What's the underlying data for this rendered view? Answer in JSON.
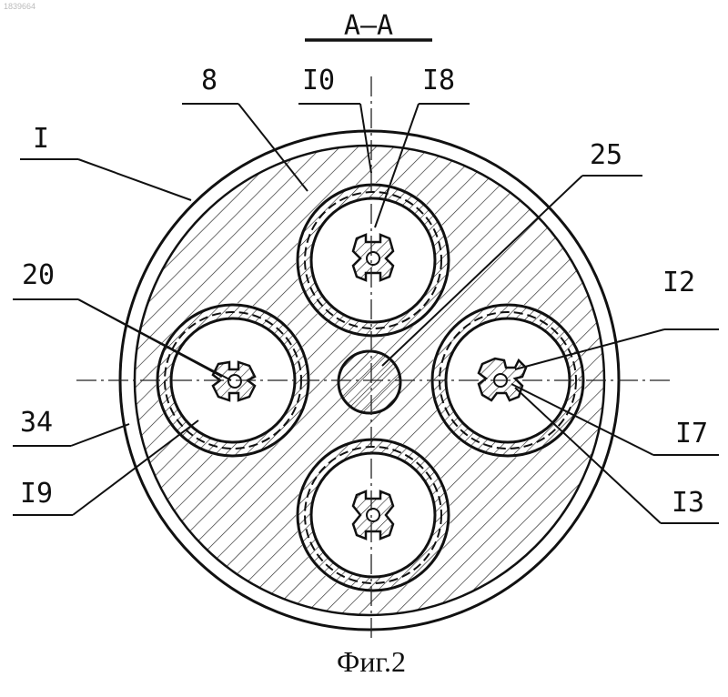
{
  "watermark": "1839664",
  "section_title": "A–A",
  "caption": "Фиг.2",
  "labels": {
    "l_8": "8",
    "l_10": "I0",
    "l_18": "I8",
    "l_1": "I",
    "l_25": "25",
    "l_20": "20",
    "l_12": "I2",
    "l_34": "34",
    "l_17": "I7",
    "l_19": "I9",
    "l_13": "I3"
  }
}
